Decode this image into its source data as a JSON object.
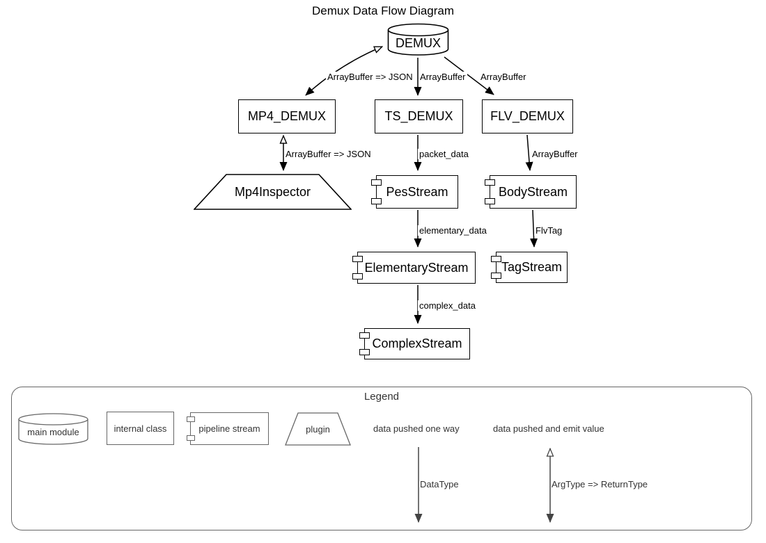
{
  "title": "Demux Data Flow Diagram",
  "nodes": {
    "demux": "DEMUX",
    "mp4_demux": "MP4_DEMUX",
    "ts_demux": "TS_DEMUX",
    "flv_demux": "FLV_DEMUX",
    "mp4_inspector": "Mp4Inspector",
    "pes_stream": "PesStream",
    "body_stream": "BodyStream",
    "elementary_stream": "ElementaryStream",
    "tag_stream": "TagStream",
    "complex_stream": "ComplexStream"
  },
  "edges": [
    {
      "from": "DEMUX",
      "to": "MP4_DEMUX",
      "label": "ArrayBuffer => JSON",
      "style": "pushed-and-emit"
    },
    {
      "from": "DEMUX",
      "to": "TS_DEMUX",
      "label": "ArrayBuffer",
      "style": "one-way"
    },
    {
      "from": "DEMUX",
      "to": "FLV_DEMUX",
      "label": "ArrayBuffer",
      "style": "one-way"
    },
    {
      "from": "MP4_DEMUX",
      "to": "Mp4Inspector",
      "label": "ArrayBuffer => JSON",
      "style": "pushed-and-emit"
    },
    {
      "from": "TS_DEMUX",
      "to": "PesStream",
      "label": "packet_data",
      "style": "one-way"
    },
    {
      "from": "FLV_DEMUX",
      "to": "BodyStream",
      "label": "ArrayBuffer",
      "style": "one-way"
    },
    {
      "from": "PesStream",
      "to": "ElementaryStream",
      "label": "elementary_data",
      "style": "one-way"
    },
    {
      "from": "BodyStream",
      "to": "TagStream",
      "label": "FlvTag",
      "style": "one-way"
    },
    {
      "from": "ElementaryStream",
      "to": "ComplexStream",
      "label": "complex_data",
      "style": "one-way"
    }
  ],
  "legend": {
    "title": "Legend",
    "main_module": "main module",
    "internal_class": "internal class",
    "pipeline_stream": "pipeline stream",
    "plugin": "plugin",
    "one_way": "data pushed one way",
    "emit_value": "data pushed and emit value",
    "one_way_type": "DataType",
    "emit_type": "ArgType => ReturnType"
  },
  "colors": {
    "diagram_stroke": "#000000",
    "legend_stroke": "#666666",
    "legend_text": "#333333",
    "background": "#ffffff"
  }
}
